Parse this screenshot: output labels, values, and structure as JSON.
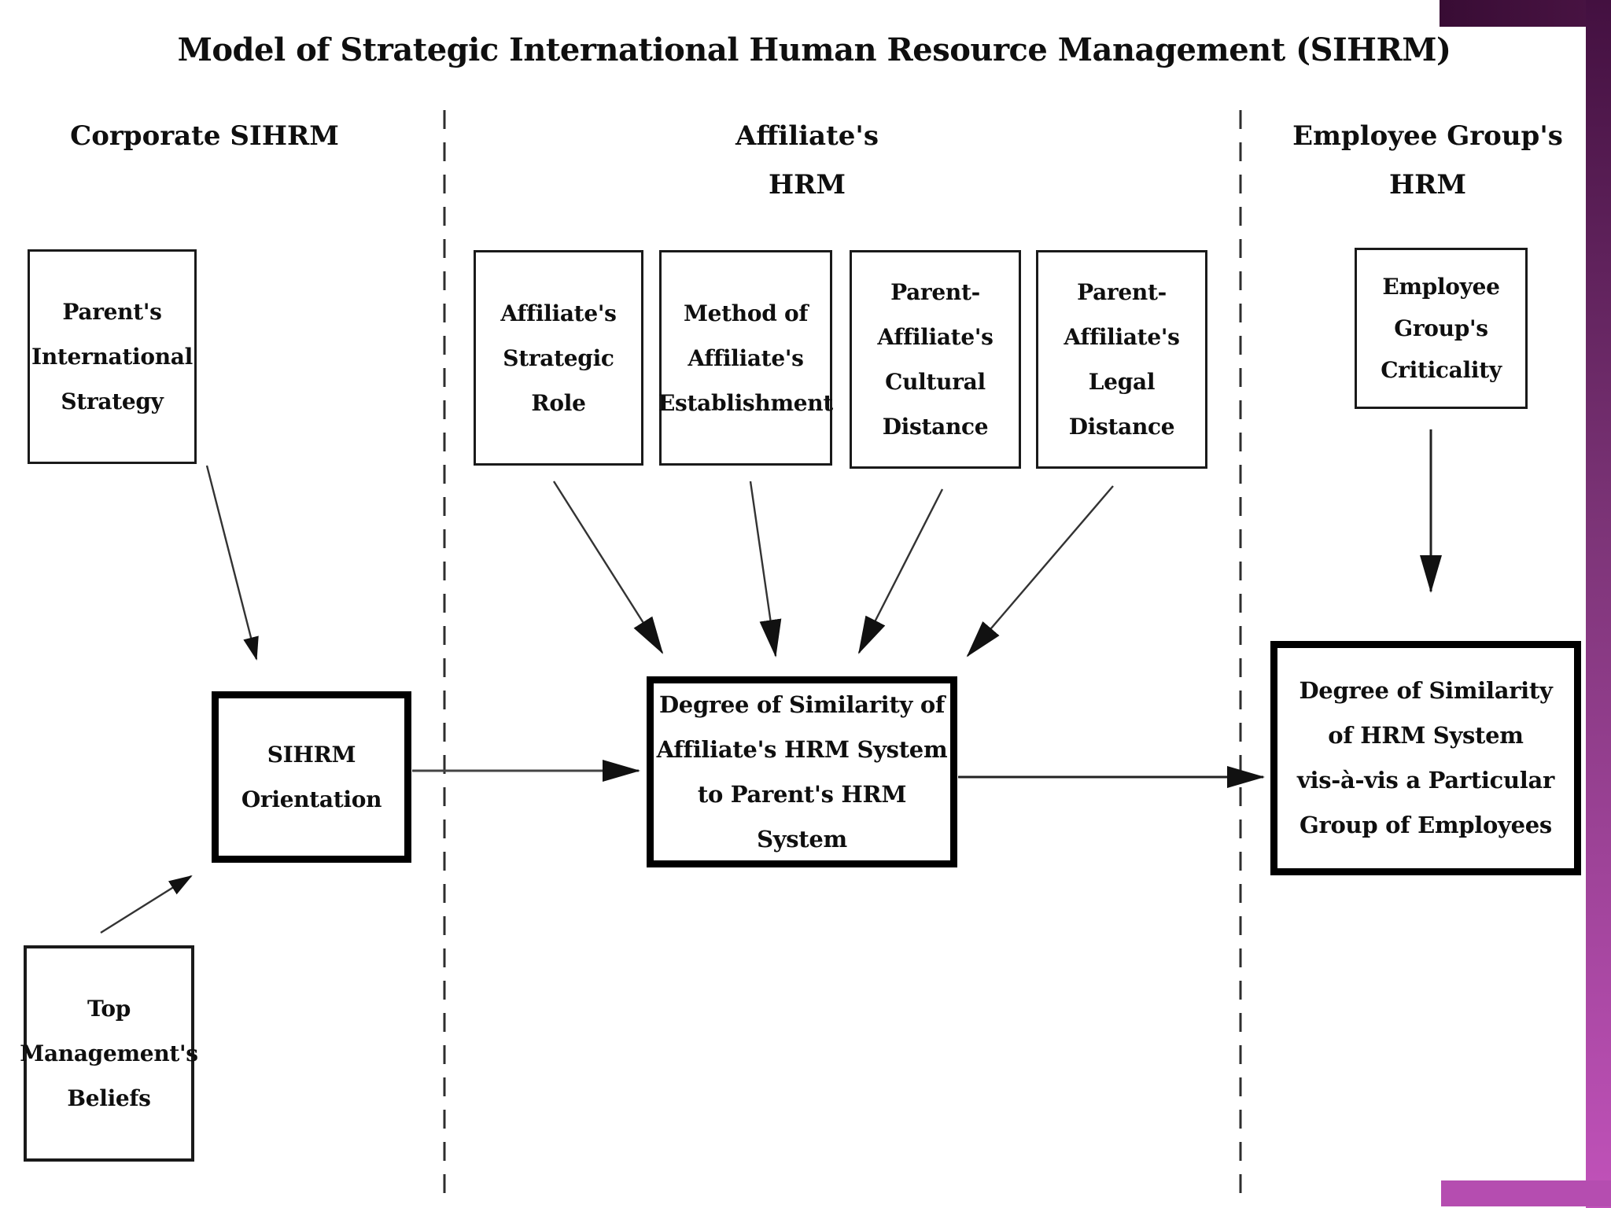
{
  "title": "Model of Strategic International Human Resource Management (SIHRM)",
  "columns": {
    "corporate": {
      "header": "Corporate SIHRM"
    },
    "affiliate": {
      "header": "Affiliate's\nHRM"
    },
    "employee": {
      "header": "Employee Group's\nHRM"
    }
  },
  "boxes": {
    "parents_international_strategy": "Parent's\nInternational\nStrategy",
    "top_managements_beliefs": "Top\nManagement's\nBeliefs",
    "sihrm_orientation": "SIHRM\nOrientation",
    "affiliates_strategic_role": "Affiliate's\nStrategic\nRole",
    "method_of_affiliates_establishment": "Method of\nAffiliate's\nEstablishment",
    "parent_affiliates_cultural_distance": "Parent-\nAffiliate's\nCultural\nDistance",
    "parent_affiliates_legal_distance": "Parent-\nAffiliate's\nLegal\nDistance",
    "degree_of_similarity_affiliate": "Degree of Similarity of\nAffiliate's HRM System\nto Parent's HRM System",
    "employee_groups_criticality": "Employee\nGroup's\nCriticality",
    "degree_of_similarity_employee": "Degree of Similarity\nof HRM System\nvis-à-vis a Particular\nGroup of Employees"
  },
  "colors": {
    "ink": "#0f0f0f",
    "corner_block_left": "#380c34",
    "corner_block_right": "#4a1444",
    "bar_top": "#431040",
    "bar_mid": "#7e3579",
    "bar_bottom": "#c152ba",
    "bottom_strip": "#b54db0"
  }
}
